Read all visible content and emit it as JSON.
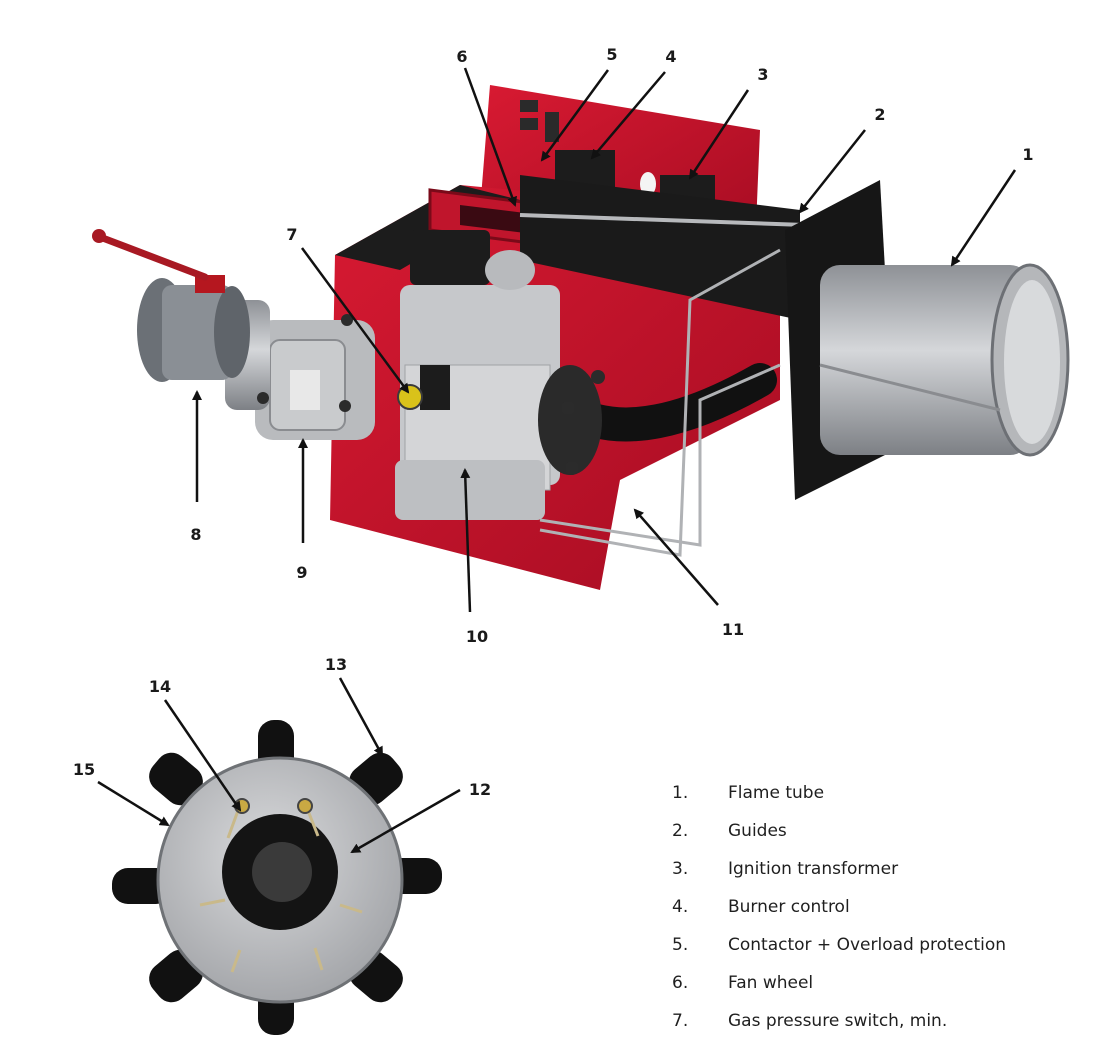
{
  "callouts": [
    "1",
    "2",
    "3",
    "4",
    "5",
    "6",
    "7",
    "8",
    "9",
    "10",
    "11",
    "12",
    "13",
    "14",
    "15"
  ],
  "legend": [
    {
      "num": "1.",
      "text": "Flame tube"
    },
    {
      "num": "2.",
      "text": "Guides"
    },
    {
      "num": "3.",
      "text": "Ignition transformer"
    },
    {
      "num": "4.",
      "text": "Burner control"
    },
    {
      "num": "5.",
      "text": "Contactor + Overload protection"
    },
    {
      "num": "6.",
      "text": "Fan wheel"
    },
    {
      "num": "7.",
      "text": "Gas pressure switch, min."
    }
  ],
  "colors": {
    "housing_red": "#c8102e",
    "steel_gray": "#a9abae",
    "black_parts": "#1c1c1c",
    "text": "#1f1f1f"
  }
}
